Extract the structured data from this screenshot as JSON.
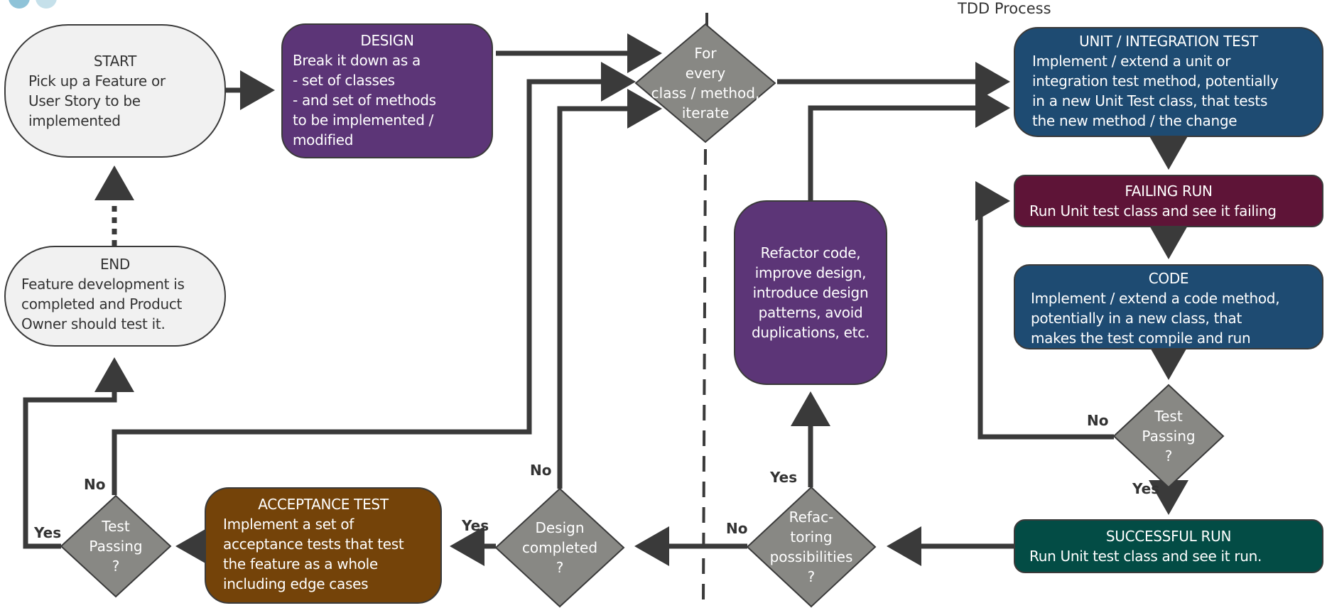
{
  "header": {
    "title": "TDD Process"
  },
  "colors": {
    "terminal": "#f1f1f1",
    "design": "#5c3577",
    "unit_test": "#1e4b72",
    "failing_run": "#5e1437",
    "code": "#1e4b72",
    "successful_run": "#034c45",
    "refactor": "#5c3577",
    "acceptance": "#744309",
    "decision": "#888884",
    "connector": "#3a3a3a"
  },
  "nodes": {
    "start": {
      "title": "START",
      "body": "Pick up a Feature or\nUser Story to be\nimplemented"
    },
    "end": {
      "title": "END",
      "body": "Feature development is\ncompleted and Product\nOwner should test it."
    },
    "design": {
      "title": "DESIGN",
      "body": "Break it down as a\n-     set of classes\n-     and set of methods\nto be implemented /\nmodified"
    },
    "unit_test": {
      "title": "UNIT / INTEGRATION TEST",
      "body": "Implement  / extend a unit or\nintegration test  method, potentially\nin a new Unit Test class, that tests\nthe new method /  the change"
    },
    "failing_run": {
      "title": "FAILING RUN",
      "body": "Run Unit test class and see it failing"
    },
    "code": {
      "title": "CODE",
      "body": "Implement  / extend a code method,\npotentially in a new class, that\nmakes the test compile and run"
    },
    "successful_run": {
      "title": "SUCCESSFUL RUN",
      "body": "Run Unit test class and see it run."
    },
    "refactor": {
      "body": "Refactor code,\nimprove design,\nintroduce design\npatterns, avoid\nduplications, etc."
    },
    "acceptance": {
      "title": "ACCEPTANCE TEST",
      "body": "Implement  a set of\nacceptance tests that test\nthe feature as a whole\nincluding edge cases"
    }
  },
  "decisions": {
    "iterate": "For\nevery\nclass / method,\niterate",
    "unit_passing": "Test\nPassing\n?",
    "refactoring": "Refac-\ntoring\npossibilities\n?",
    "design_completed": "Design\ncompleted\n?",
    "acceptance_passing": "Test\nPassing\n?"
  },
  "edge_labels": {
    "unit_no": "No",
    "unit_yes": "Yes",
    "refactor_yes": "Yes",
    "refactor_no": "No",
    "design_no": "No",
    "design_yes": "Yes",
    "acceptance_no": "No",
    "acceptance_yes": "Yes"
  }
}
